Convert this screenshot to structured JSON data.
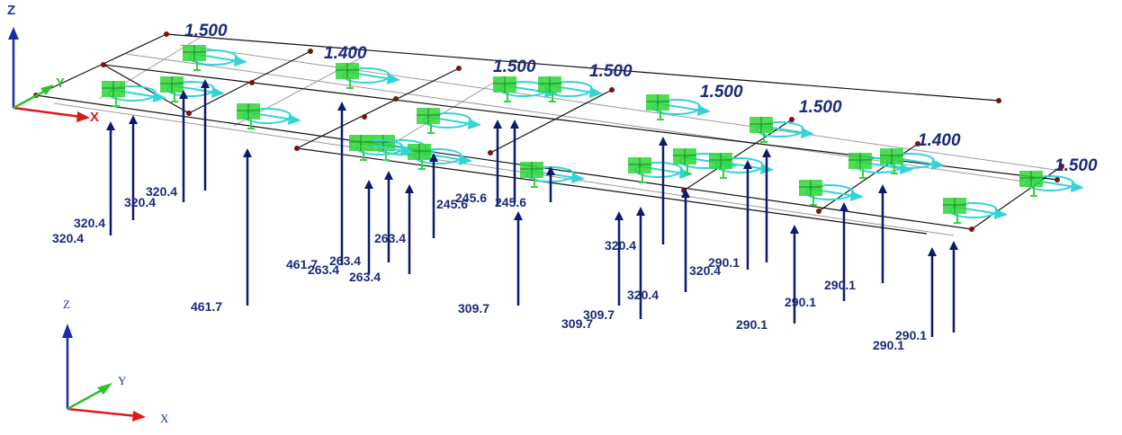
{
  "colors": {
    "frame_line": "#111111",
    "slab_edge": "#9a9a9a",
    "node": "#7a1414",
    "reaction_arrow": "#0d1a6e",
    "label_text": "#1b2a7a",
    "load_green": "#2fd63a",
    "load_cyan": "#33d4d8",
    "axis_x": "#e01818",
    "axis_y": "#2fbf2f",
    "axis_z": "#1a2fb0"
  },
  "global_axes": {
    "x": "X",
    "y": "Y",
    "z": "Z"
  },
  "mini_axes": {
    "x": "X",
    "y": "Y",
    "z": "Z"
  },
  "load_factors": [
    "1.500",
    "1.400",
    "1.500",
    "1.500",
    "1.500",
    "1.500",
    "1.400",
    "1.500"
  ],
  "reactions": [
    "320.4",
    "320.4",
    "320.4",
    "320.4",
    "461.7",
    "461.7",
    "263.4",
    "263.4",
    "263.4",
    "263.4",
    "245.6",
    "245.6",
    "245.6",
    "309.7",
    "320.4",
    "309.7",
    "309.7",
    "320.4",
    "320.4",
    "290.1",
    "290.1",
    "290.1",
    "290.1",
    "290.1",
    "290.1"
  ]
}
